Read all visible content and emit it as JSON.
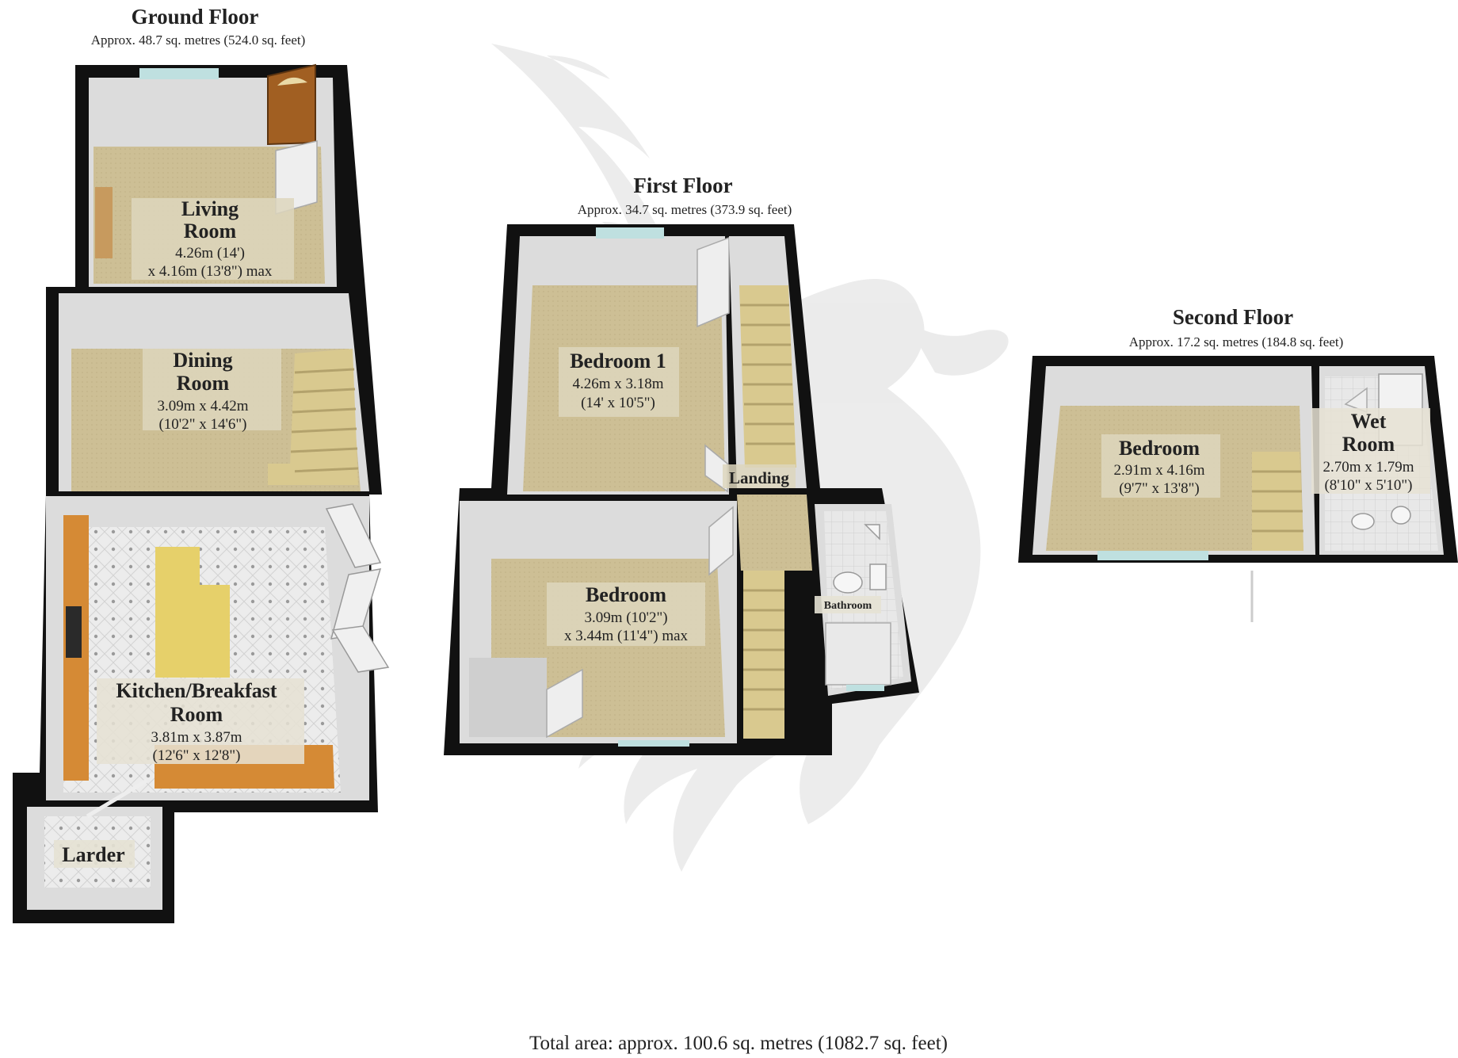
{
  "floors": {
    "ground": {
      "title": "Ground Floor",
      "area": "Approx. 48.7 sq. metres (524.0 sq. feet)"
    },
    "first": {
      "title": "First Floor",
      "area": "Approx. 34.7 sq. metres (373.9 sq. feet)"
    },
    "second": {
      "title": "Second Floor",
      "area": "Approx. 17.2 sq. metres (184.8 sq. feet)"
    }
  },
  "rooms": {
    "living": {
      "name_1": "Living",
      "name_2": "Room",
      "dim_1": "4.26m (14')",
      "dim_2": "x 4.16m (13'8\") max"
    },
    "dining": {
      "name_1": "Dining",
      "name_2": "Room",
      "dim_1": "3.09m x 4.42m",
      "dim_2": "(10'2\" x 14'6\")"
    },
    "kitchen": {
      "name_1": "Kitchen/Breakfast",
      "name_2": "Room",
      "dim_1": "3.81m x 3.87m",
      "dim_2": "(12'6\" x 12'8\")"
    },
    "larder": {
      "name_1": "Larder"
    },
    "bedroom1": {
      "name_1": "Bedroom 1",
      "dim_1": "4.26m x 3.18m",
      "dim_2": "(14' x 10'5\")"
    },
    "landing": {
      "name_1": "Landing"
    },
    "bedroom_first": {
      "name_1": "Bedroom",
      "dim_1": "3.09m (10'2\")",
      "dim_2": "x 3.44m (11'4\") max"
    },
    "bathroom": {
      "name_1": "Bathroom"
    },
    "bedroom_second": {
      "name_1": "Bedroom",
      "dim_1": "2.91m x 4.16m",
      "dim_2": "(9'7\" x 13'8\")"
    },
    "wetroom": {
      "name_1": "Wet",
      "name_2": "Room",
      "dim_1": "2.70m x 1.79m",
      "dim_2": "(8'10\" x 5'10\")"
    }
  },
  "total_area": "Total area: approx. 100.6 sq. metres (1082.7 sq. feet)",
  "colors": {
    "wall": "#111111",
    "wall_inner": "#d9d9d9",
    "floor_carpet": "#cfc39b",
    "floor_tile": "#e6e6e6",
    "worktop": "#d58a35",
    "island": "#e6d06a",
    "label_bg": "#ddd6bd",
    "window": "#bfe0e0",
    "watermark": "#e0e0e0"
  }
}
